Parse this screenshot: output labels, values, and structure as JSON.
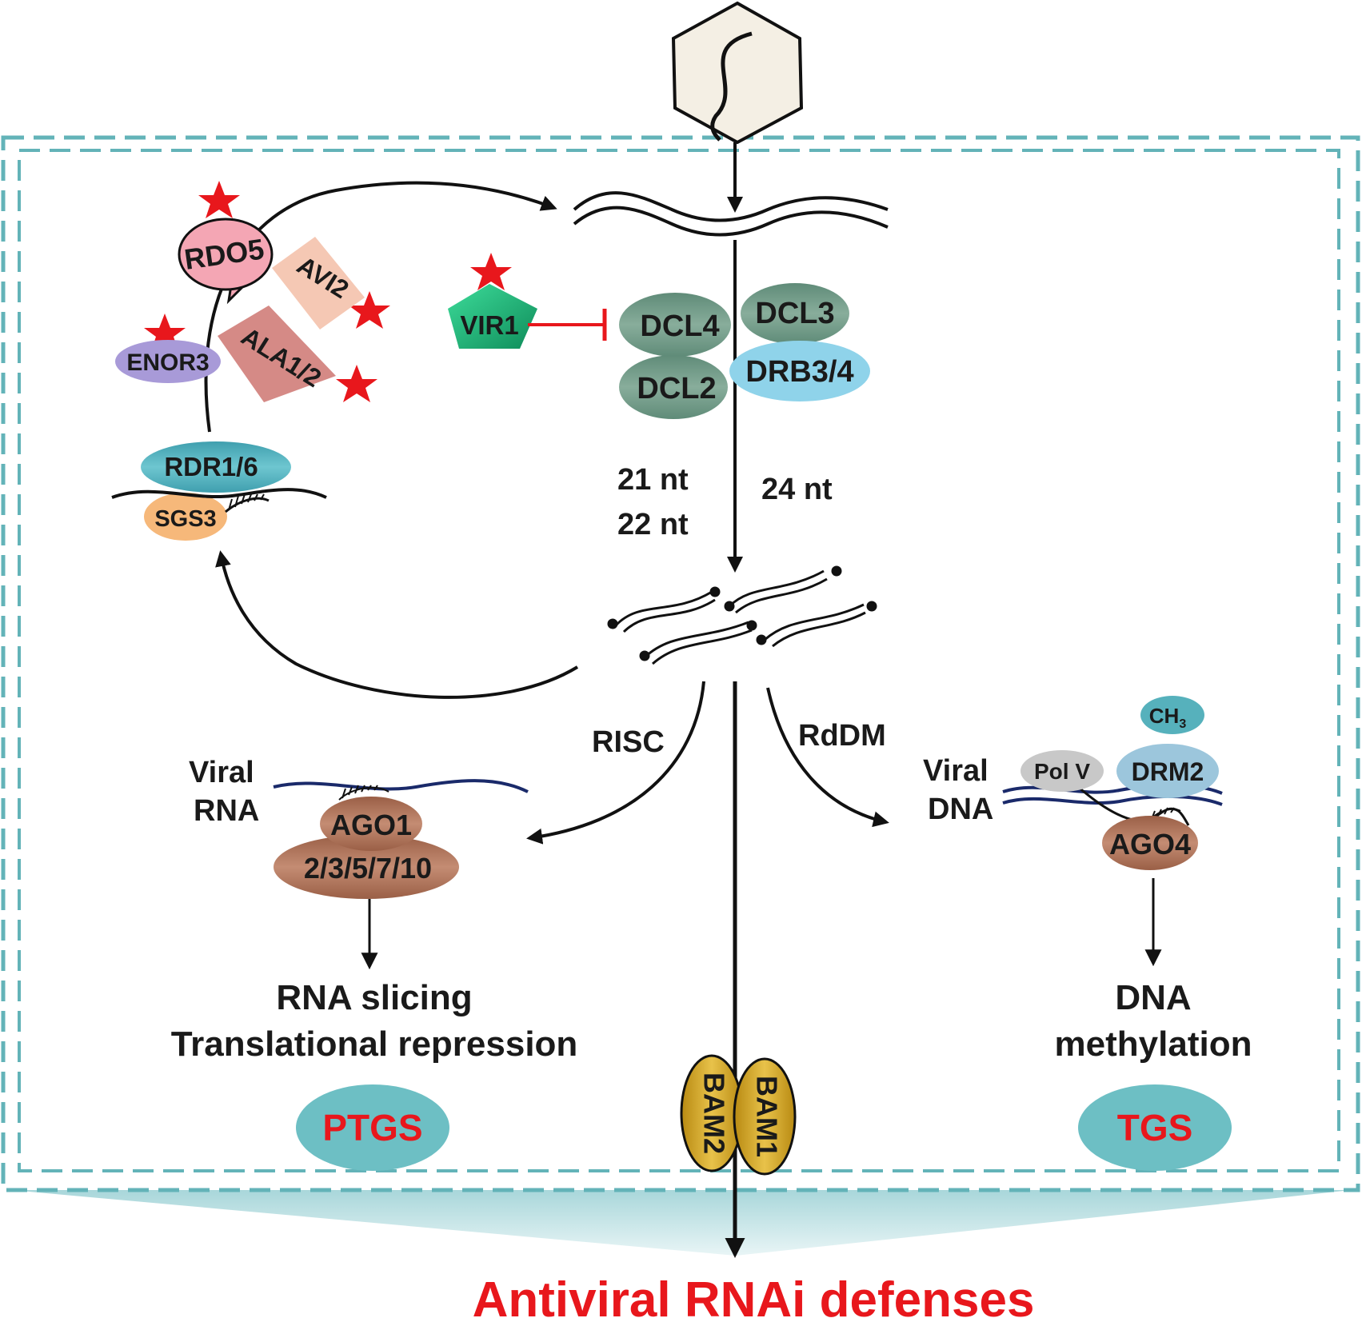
{
  "proteins": {
    "rdo5": "RDO5",
    "avi2": "AVI2",
    "enor3": "ENOR3",
    "ala12": "ALA1/2",
    "rdr16": "RDR1/6",
    "sgs3": "SGS3",
    "vir1": "VIR1",
    "dcl4": "DCL4",
    "dcl3": "DCL3",
    "dcl2": "DCL2",
    "drb34": "DRB3/4",
    "ago1": "AGO1",
    "ago_others": "2/3/5/7/10",
    "ago4": "AGO4",
    "polv": "Pol V",
    "drm2": "DRM2",
    "ch3": "CH",
    "ch3_sub": "3",
    "bam2": "BAM2",
    "bam1": "BAM1"
  },
  "labels": {
    "nt21": "21 nt",
    "nt22": "22 nt",
    "nt24": "24 nt",
    "risc": "RISC",
    "rddm": "RdDM",
    "viral_rna_1": "Viral",
    "viral_rna_2": "RNA",
    "viral_dna_1": "Viral",
    "viral_dna_2": "DNA",
    "outcome_rna_1": "RNA slicing",
    "outcome_rna_2": "Translational repression",
    "outcome_dna_1": "DNA",
    "outcome_dna_2": "methylation",
    "ptgs": "PTGS",
    "tgs": "TGS",
    "footer": "Antiviral RNAi defenses"
  },
  "colors": {
    "dashed_border": "#63b3b8",
    "highlight_red": "#e8171c",
    "star": "#e8171c",
    "pill_teal": "#6dbfc4",
    "dcl_green": "#6f9a86",
    "drb_blue": "#8fd3ea",
    "ago_brown": "#b0735a",
    "bam_gold": "#d4a82a"
  }
}
